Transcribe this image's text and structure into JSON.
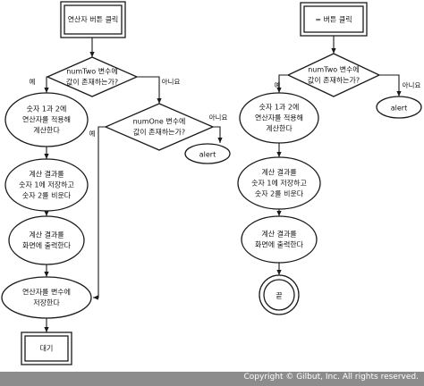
{
  "left_flow": {
    "start": "연산자 버튼 클릭",
    "decision_numtwo": [
      "numTwo 변수에",
      "값이 존재하는가?"
    ],
    "yes_label_1": "예",
    "no_label_1": "아니요",
    "compute": [
      "숫자 1과 2에",
      "연산자를 적용해",
      "계산한다"
    ],
    "decision_numone": [
      "numOne 변수에",
      "값이 존재하는가?"
    ],
    "yes_label_2": "예",
    "no_label_2": "아니요",
    "alert": "alert",
    "store_result": [
      "계산 결과를",
      "숫자 1에 저장하고",
      "숫자 2를 비운다"
    ],
    "print_result": [
      "계산 결과를",
      "화면에 출력한다"
    ],
    "save_operator": [
      "연산자를 변수에",
      "저장한다"
    ],
    "wait": "대기"
  },
  "right_flow": {
    "start": "= 버튼 클릭",
    "decision_numtwo": [
      "numTwo 변수에",
      "값이 존재하는가?"
    ],
    "yes_label": "예",
    "no_label": "아니요",
    "alert": "alert",
    "compute": [
      "숫자 1과 2에",
      "연산자를 적용해",
      "계산한다"
    ],
    "store_result": [
      "계산 결과를",
      "숫자 1에 저장하고",
      "숫자 2를 비운다"
    ],
    "print_result": [
      "계산 결과를",
      "화면에 출력한다"
    ],
    "end": "끝"
  },
  "footer": {
    "copyright": "Copyright © Gilbut, Inc. All rights reserved."
  }
}
